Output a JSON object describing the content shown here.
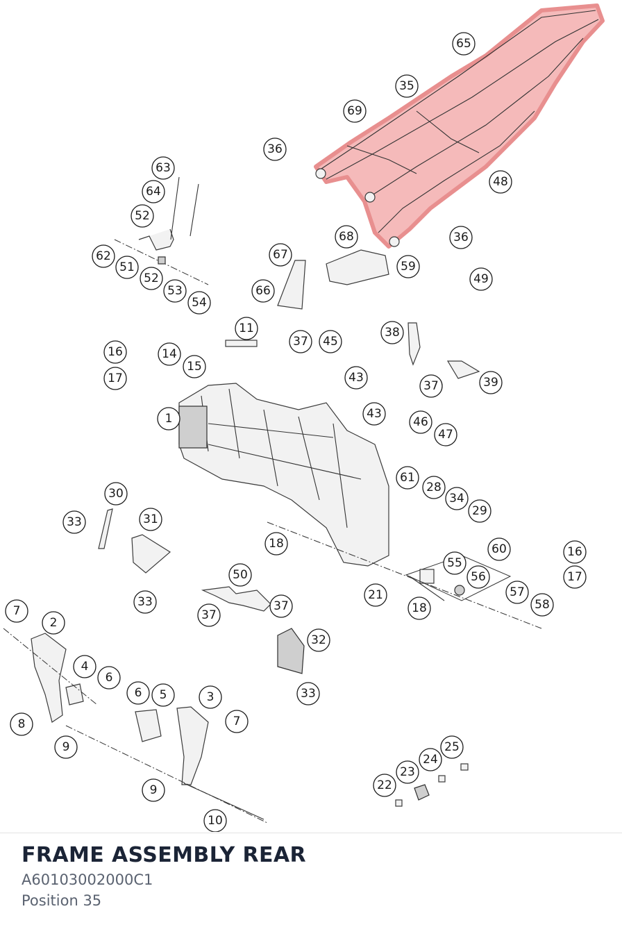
{
  "footer": {
    "title": "FRAME ASSEMBLY REAR",
    "part_number": "A60103002000C1",
    "position": "Position 35"
  },
  "highlight_color": "#f2a3a3",
  "callout_labels": [
    "65",
    "35",
    "69",
    "36",
    "48",
    "36",
    "63",
    "64",
    "52",
    "62",
    "51",
    "52",
    "53",
    "54",
    "68",
    "67",
    "66",
    "59",
    "49",
    "11",
    "16",
    "17",
    "14",
    "15",
    "37",
    "45",
    "43",
    "38",
    "37",
    "39",
    "1",
    "43",
    "46",
    "47",
    "61",
    "28",
    "34",
    "29",
    "30",
    "31",
    "33",
    "33",
    "18",
    "21",
    "60",
    "55",
    "56",
    "16",
    "17",
    "57",
    "58",
    "18",
    "50",
    "37",
    "37",
    "32",
    "33",
    "7",
    "2",
    "4",
    "6",
    "6",
    "5",
    "3",
    "7",
    "8",
    "9",
    "9",
    "10",
    "25",
    "24",
    "23",
    "22"
  ]
}
